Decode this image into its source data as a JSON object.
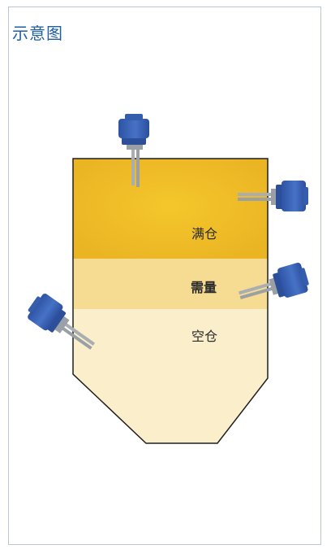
{
  "title": "示意图",
  "zones": {
    "full": "满仓",
    "demand": "需量",
    "empty": "空仓"
  },
  "colors": {
    "title_text": "#1f5f9f",
    "panel_border": "#b9c6d6",
    "full_zone": "#eeb826",
    "demand_zone": "#f6dd92",
    "empty_zone": "#fbefcb",
    "sensor_head": "#3b63b3",
    "sensor_probe": "#a9aeb3"
  },
  "icons": [
    "level-switch-sensor-icon"
  ]
}
